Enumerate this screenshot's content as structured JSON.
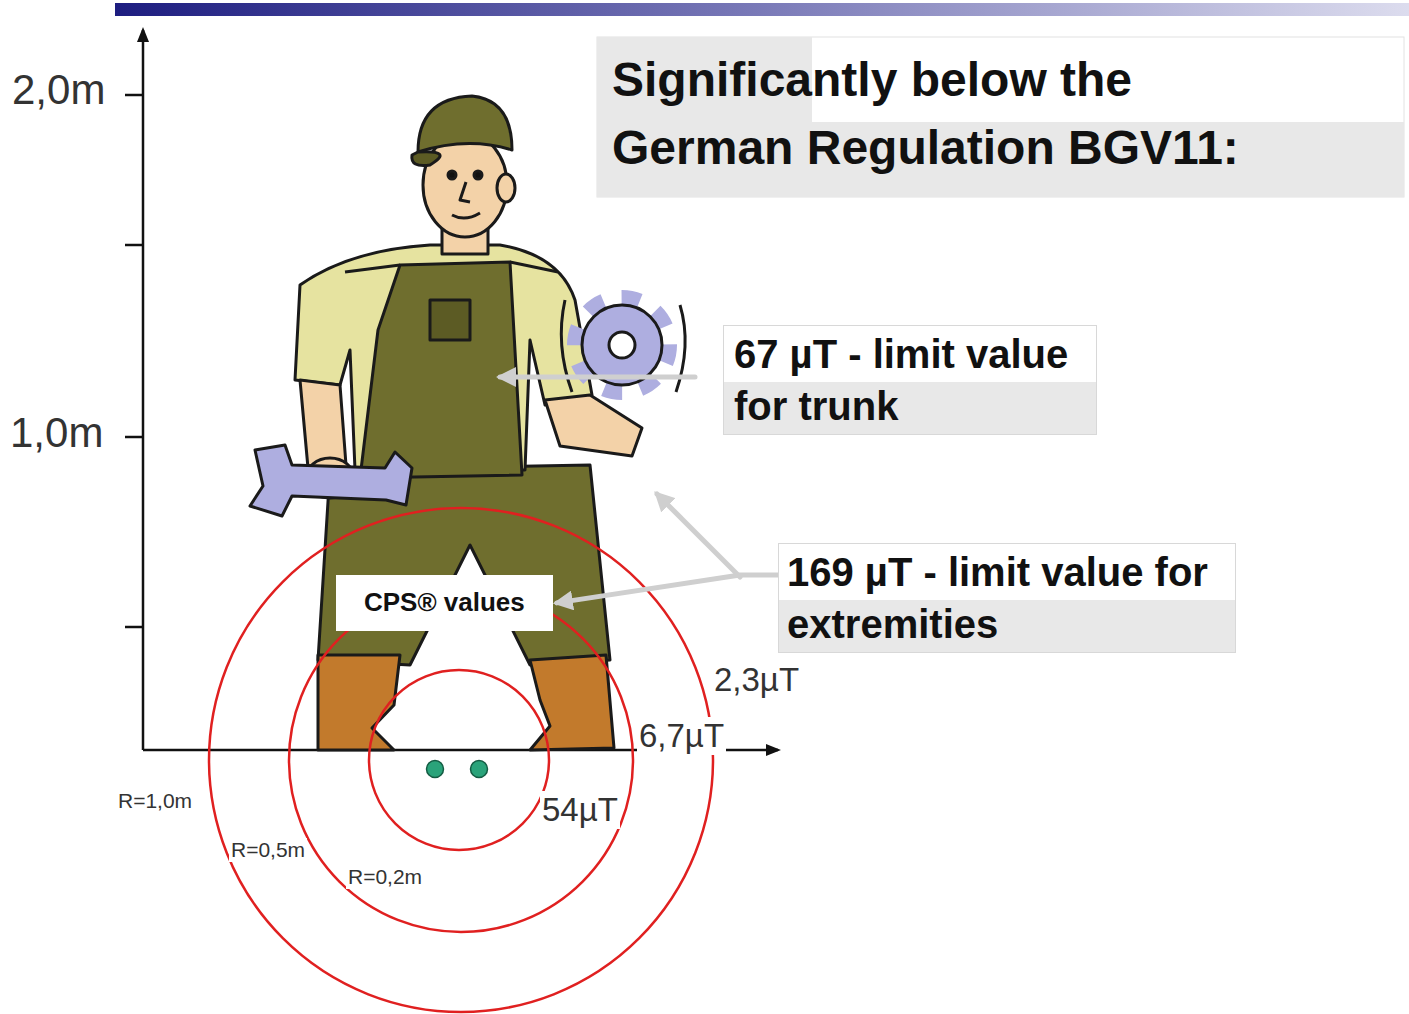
{
  "diagram": {
    "title": "Significantly below the German Regulation BGV11:",
    "nodes": [
      {
        "text": [
          "67 µT - limit value for trunk"
        ]
      },
      {
        "text": [
          "169 µT - limit value for extremities"
        ]
      },
      {
        "text": [
          "CPS® values"
        ]
      }
    ],
    "edges": [
      {
        "from": 1,
        "to": 2,
        "arrow": "to"
      }
    ],
    "labels": [
      "2,0m",
      "1,0m",
      "2,3µT",
      "6,7µT",
      "54µT",
      "R=1,0m",
      "R=0,5m",
      "R=0,2m"
    ]
  }
}
